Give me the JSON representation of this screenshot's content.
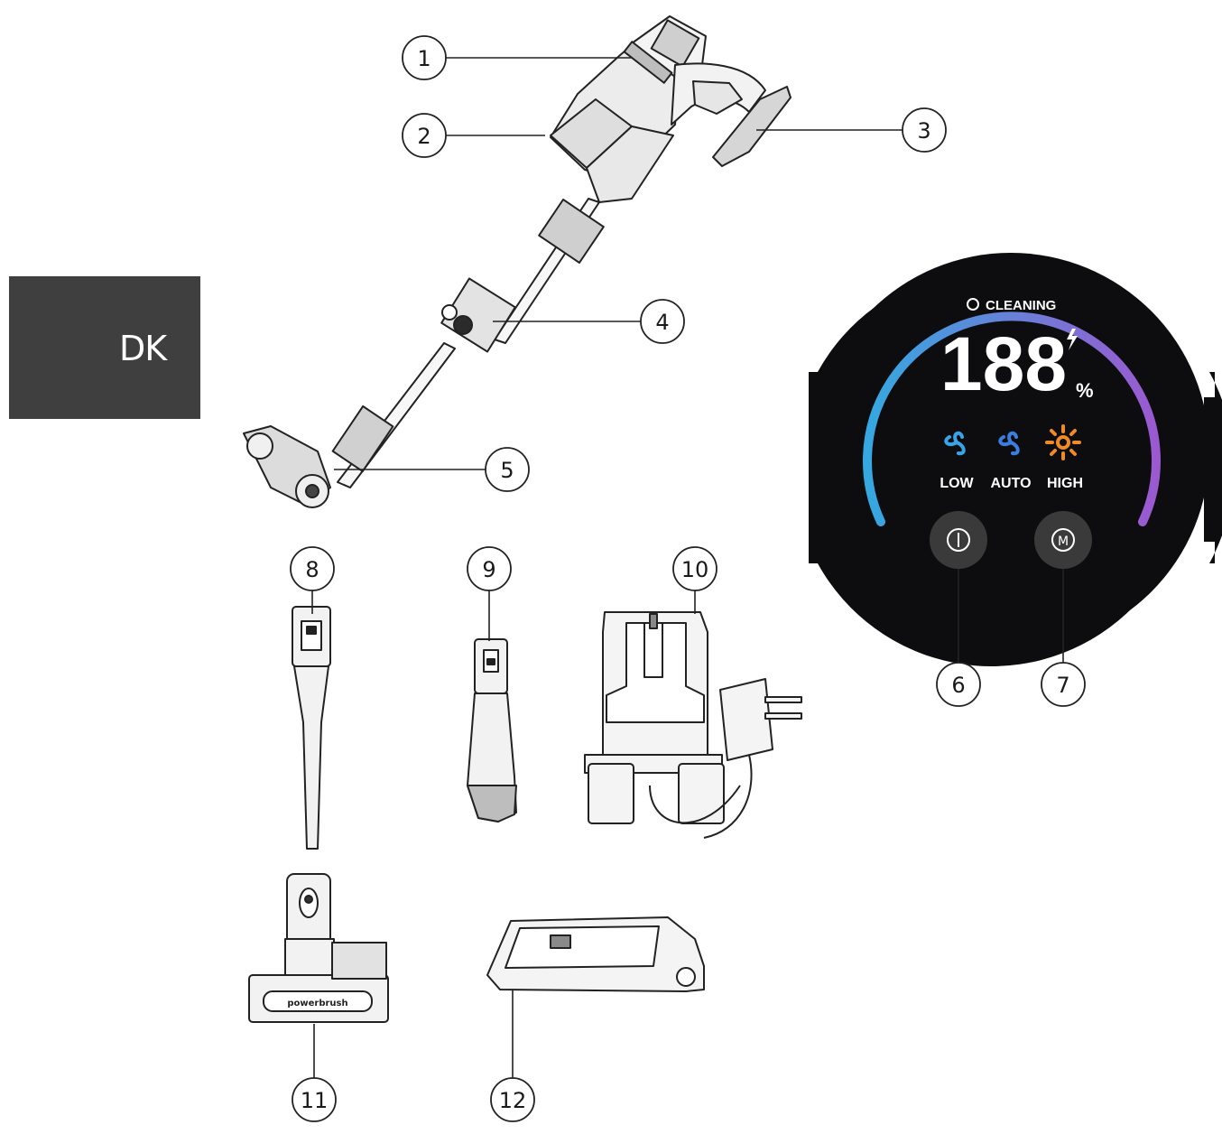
{
  "language_tag": "DK",
  "callouts": [
    "1",
    "2",
    "3",
    "4",
    "5",
    "6",
    "7",
    "8",
    "9",
    "10",
    "11",
    "12"
  ],
  "display_panel": {
    "status": "CLEANING",
    "digits": "188",
    "unit": "%",
    "modes": [
      "LOW",
      "AUTO",
      "HIGH"
    ],
    "colors": {
      "arc_start": "#35a8e0",
      "arc_end": "#9b59d0",
      "mode_low": "#3aa3e8",
      "mode_auto": "#3a7fe0",
      "mode_high": "#f08a24",
      "panel_bg": "#0d0d0f"
    },
    "buttons": [
      {
        "icon": "power-icon"
      },
      {
        "icon": "mode-m-icon"
      }
    ]
  },
  "accessory_texts": {
    "powerbrush": "powerbrush"
  }
}
